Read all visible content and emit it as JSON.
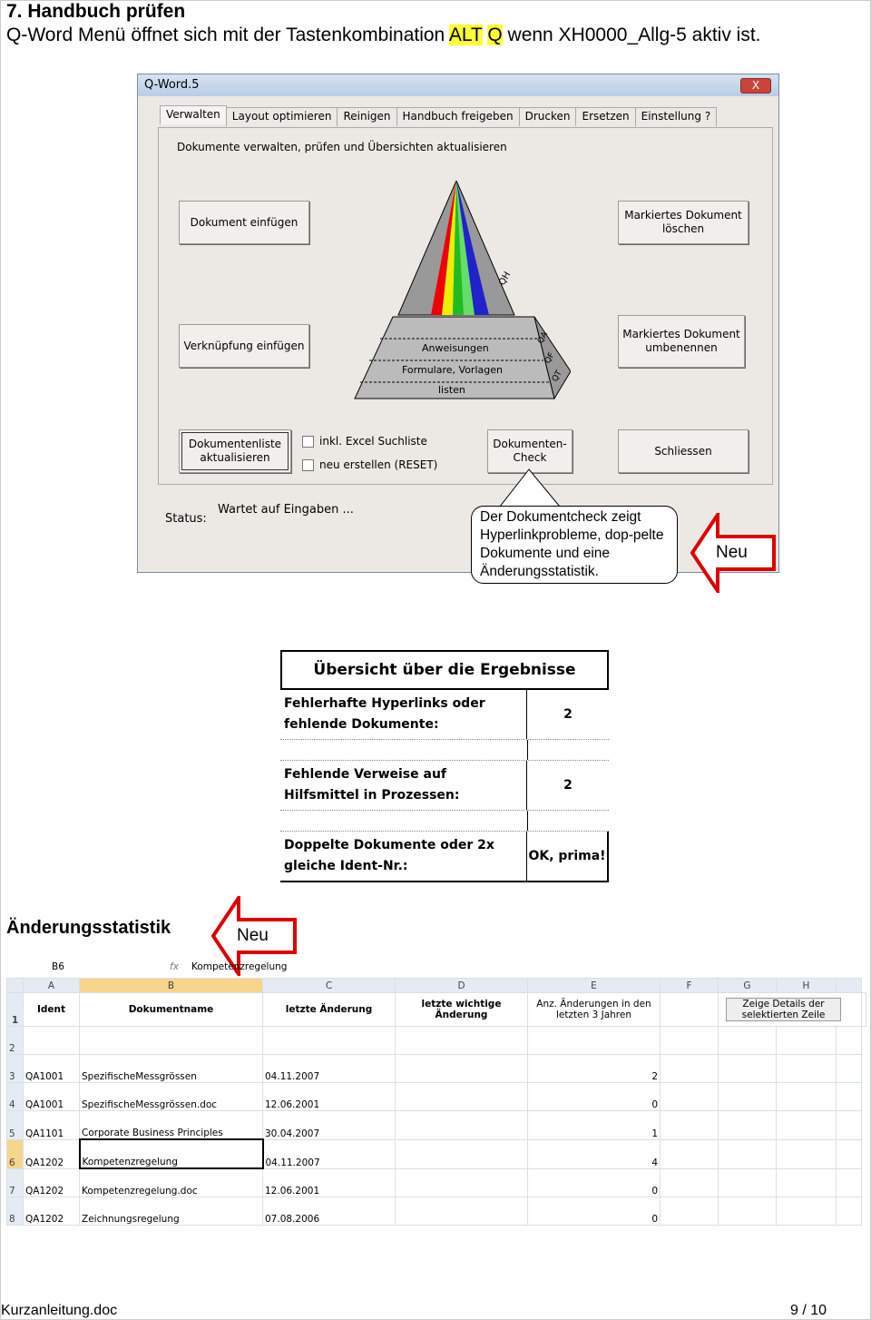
{
  "heading": "7. Handbuch prüfen",
  "intro": {
    "before": "Q-Word Menü öffnet sich mit der Tastenkombination ",
    "key1": "ALT",
    "key2": "Q",
    "after": " wenn XH0000_Allg-5 aktiv ist."
  },
  "dialog": {
    "title": "Q-Word.5",
    "close": "X",
    "tabs": [
      "Verwalten",
      "Layout optimieren",
      "Reinigen",
      "Handbuch freigeben",
      "Drucken",
      "Ersetzen",
      "Einstellung ?"
    ],
    "description": "Dokumente verwalten, prüfen und Übersichten aktualisieren",
    "buttons": {
      "insert_doc": "Dokument einfügen",
      "insert_link": "Verknüpfung einfügen",
      "update_list": "Dokumentenliste aktualisieren",
      "check": "Dokumenten-Check",
      "delete": "Markiertes Dokument löschen",
      "rename": "Markiertes Dokument umbenennen",
      "close": "Schliessen"
    },
    "checkboxes": [
      {
        "label": "inkl. Excel Suchliste",
        "checked": false
      },
      {
        "label": "neu erstellen (RESET)",
        "checked": false
      }
    ],
    "pyramid": {
      "qh": "QH",
      "anweisungen": "Anweisungen",
      "formulare": "Formulare, Vorlagen",
      "listen": "listen",
      "qa": "QA",
      "qf": "QF",
      "qt": "QT"
    },
    "status_label": "Status:",
    "status_value": "Wartet auf Eingaben ..."
  },
  "callout": "Der Dokumentcheck zeigt Hyperlinkprobleme, dop-pelte Dokumente und eine Änderungsstatistik.",
  "neu": "Neu",
  "results": {
    "title": "Übersicht über die Ergebnisse",
    "rows": [
      {
        "label": "Fehlerhafte Hyperlinks oder fehlende Dokumente:",
        "value": "2"
      },
      {
        "label": "Fehlende Verweise auf Hilfsmittel in Prozessen:",
        "value": "2"
      },
      {
        "label": "Doppelte Dokumente oder 2x gleiche Ident-Nr.:",
        "value": "OK, prima!"
      }
    ]
  },
  "stats_heading": "Änderungsstatistik",
  "excel": {
    "cell_ref": "B6",
    "fx": "fx",
    "formula": "Kompetenzregelung",
    "columns": [
      "A",
      "B",
      "C",
      "D",
      "E",
      "F",
      "G",
      "H"
    ],
    "headers": [
      "Ident",
      "Dokumentname",
      "letzte Änderung",
      "letzte wichtige Änderung",
      "Anz. Änderungen in den letzten 3 Jahren"
    ],
    "button": "Zeige Details der selektierten Zeile",
    "rows": [
      {
        "n": "3",
        "ident": "QA1001",
        "name": "SpezifischeMessgrössen",
        "date": "04.11.2007",
        "count": "2"
      },
      {
        "n": "4",
        "ident": "QA1001",
        "name": "SpezifischeMessgrössen.doc",
        "date": "12.06.2001",
        "count": "0"
      },
      {
        "n": "5",
        "ident": "QA1101",
        "name": "Corporate Business Principles",
        "date": "30.04.2007",
        "count": "1"
      },
      {
        "n": "6",
        "ident": "QA1202",
        "name": "Kompetenzregelung",
        "date": "04.11.2007",
        "count": "4"
      },
      {
        "n": "7",
        "ident": "QA1202",
        "name": "Kompetenzregelung.doc",
        "date": "12.06.2001",
        "count": "0"
      },
      {
        "n": "8",
        "ident": "QA1202",
        "name": "Zeichnungsregelung",
        "date": "07.08.2006",
        "count": "0"
      }
    ]
  },
  "footer": {
    "file": "Kurzanleitung.doc",
    "page": "9 / 10"
  }
}
